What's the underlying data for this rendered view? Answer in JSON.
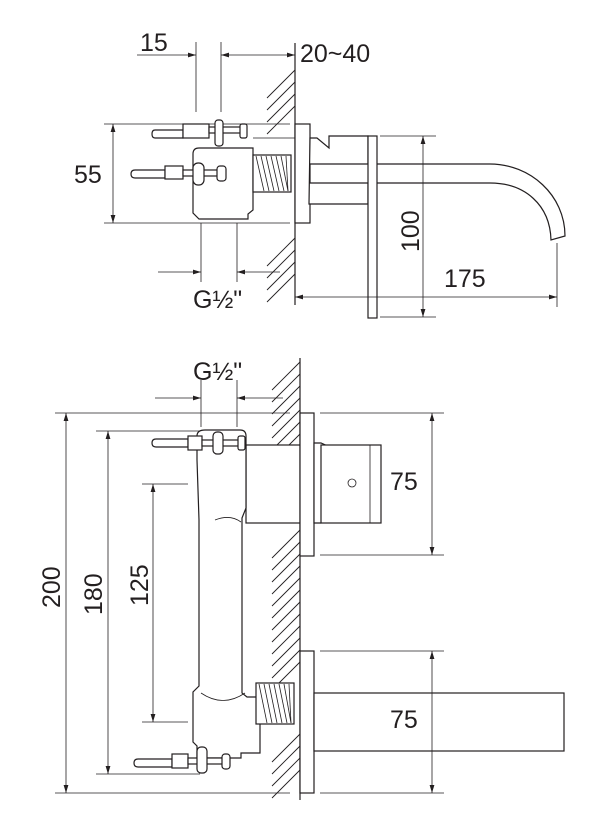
{
  "drawing": {
    "colors": {
      "line": "#231f20",
      "background": "#ffffff"
    },
    "side_view": {
      "dim_anchor_spacing": "15",
      "dim_wall_thickness": "20~40",
      "dim_body_height": "55",
      "dim_connection": "G½\"",
      "dim_plate_height": "100",
      "dim_spout_projection": "175"
    },
    "front_view": {
      "dim_connection": "G½\"",
      "dim_overall_height": "200",
      "dim_anchor_height": "180",
      "dim_axis_distance": "125",
      "dim_handle_plate": "75",
      "dim_spout_plate": "75"
    }
  }
}
